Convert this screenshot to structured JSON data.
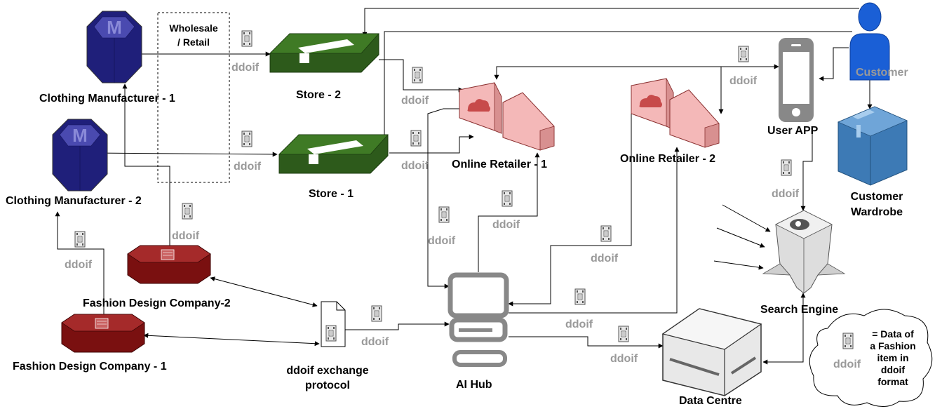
{
  "nodes": {
    "clothing_manufacturer_1": "Clothing Manufacturer - 1",
    "clothing_manufacturer_2": "Clothing Manufacturer - 2",
    "wholesale_retail_line1": "Wholesale",
    "wholesale_retail_line2": "/ Retail",
    "store_2": "Store - 2",
    "store_1": "Store - 1",
    "online_retailer_1": "Online Retailer - 1",
    "online_retailer_2": "Online Retailer - 2",
    "user_app": "User APP",
    "customer": "Customer",
    "customer_wardrobe_line1": "Customer",
    "customer_wardrobe_line2": "Wardrobe",
    "search_engine": "Search Engine",
    "fashion_design_company_2": "Fashion Design Company-2",
    "fashion_design_company_1": "Fashion Design Company - 1",
    "exchange_protocol_line1": "ddoif exchange",
    "exchange_protocol_line2": "protocol",
    "ai_hub": "AI Hub",
    "data_centre": "Data Centre"
  },
  "edge_label": "ddoif",
  "legend": {
    "symbol_label": "ddoif",
    "line1": "= Data of",
    "line2": "a Fashion",
    "line3": "item in",
    "line4": "ddoif",
    "line5": "format"
  },
  "colors": {
    "manufacturer": "#1f1f7a",
    "store": "#2d5a1b",
    "retailer": "#f4b8b8",
    "retailer_cloud": "#c74a4a",
    "customer": "#1a5fd6",
    "wardrobe": "#3d7ab5",
    "design_company": "#7a1010",
    "device": "#808080",
    "label_gray": "#999999"
  }
}
